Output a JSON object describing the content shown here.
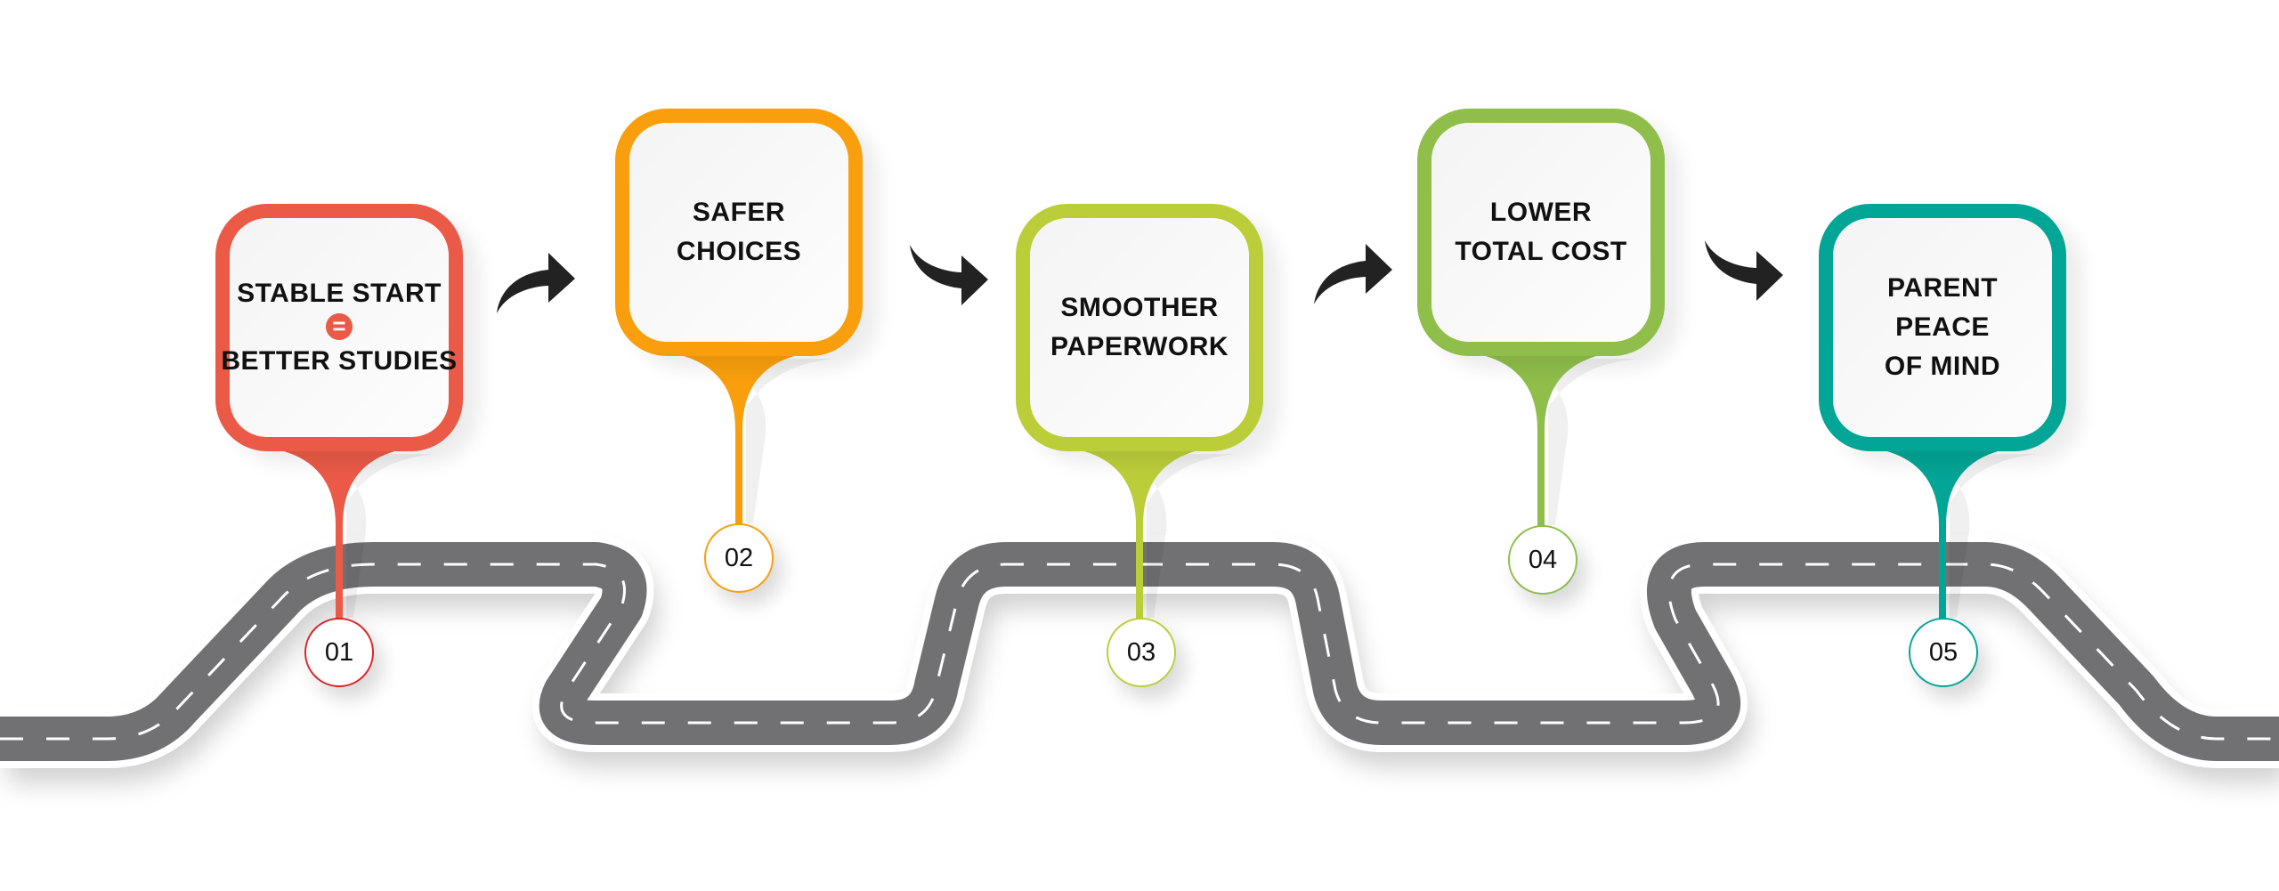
{
  "steps": [
    {
      "number": "01",
      "lines": [
        "STABLE START",
        "BETTER STUDIES"
      ],
      "connector_symbol": "=",
      "color": "#EA5A47"
    },
    {
      "number": "02",
      "lines": [
        "SAFER",
        "CHOICES"
      ],
      "color": "#F99F0D"
    },
    {
      "number": "03",
      "lines": [
        "SMOOTHER",
        "PAPERWORK"
      ],
      "color": "#BBCE3A"
    },
    {
      "number": "04",
      "lines": [
        "LOWER",
        "TOTAL COST"
      ],
      "color": "#8FBE4B"
    },
    {
      "number": "05",
      "lines": [
        "PARENT",
        "PEACE",
        "OF MIND"
      ],
      "color": "#03A596"
    }
  ],
  "icons": {
    "arrow": "curved-arrow-icon",
    "road": "winding-road"
  },
  "road_color": "#717073"
}
